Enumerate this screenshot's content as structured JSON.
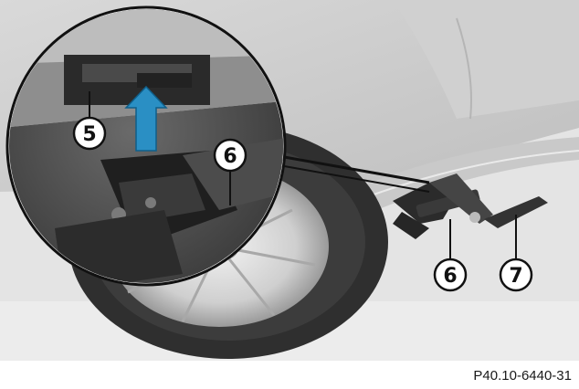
{
  "figure": {
    "code": "P40.10-6440-31",
    "arrow_color": "#2a8fc4",
    "callouts": [
      "5",
      "6",
      "6",
      "7"
    ]
  }
}
